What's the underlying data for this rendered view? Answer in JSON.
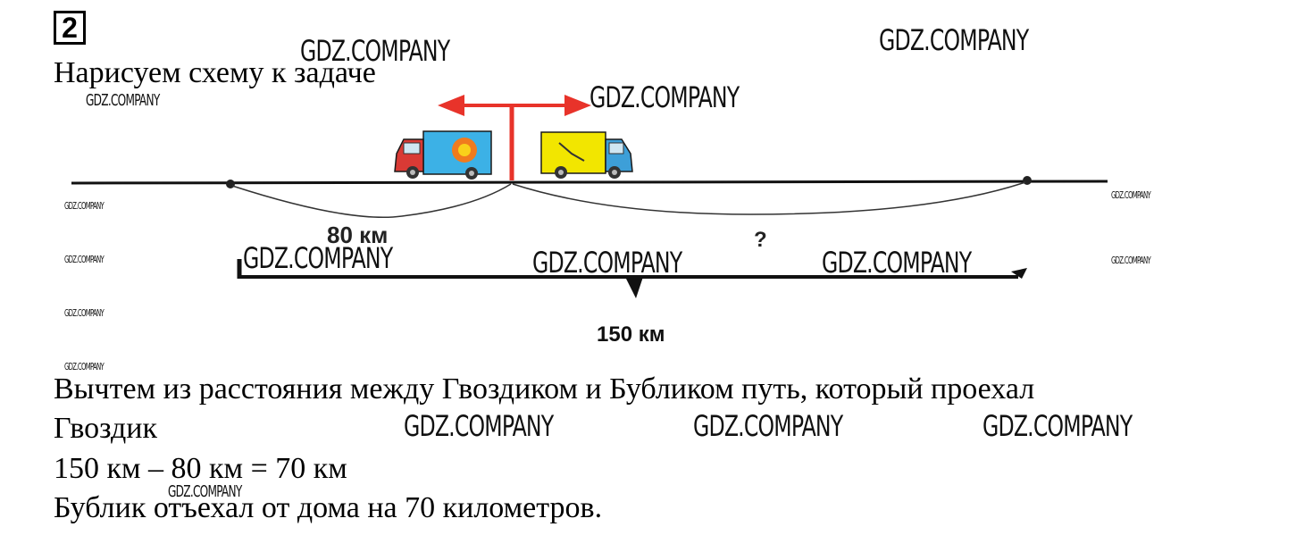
{
  "task": {
    "number": "2"
  },
  "text": {
    "intro": "Нарисуем схему к задаче",
    "step_line1": "Вычтем из расстояния между Гвоздиком и Бубликом путь, который проехал",
    "step_line2": "Гвоздик",
    "equation": "150 км – 80 км = 70 км",
    "answer": "Бублик отъехал от дома на 70 километров."
  },
  "diagram": {
    "label_left_distance": "80 км",
    "label_unknown": "?",
    "label_total": "150 км",
    "colors": {
      "arrow": "#e8332a",
      "truck_left_body": "#3cb1e6",
      "truck_right_body": "#f2e600",
      "cab": "#3d9fd8",
      "line": "#111111"
    }
  },
  "watermark": {
    "text": "GDZ.COMPANY"
  }
}
